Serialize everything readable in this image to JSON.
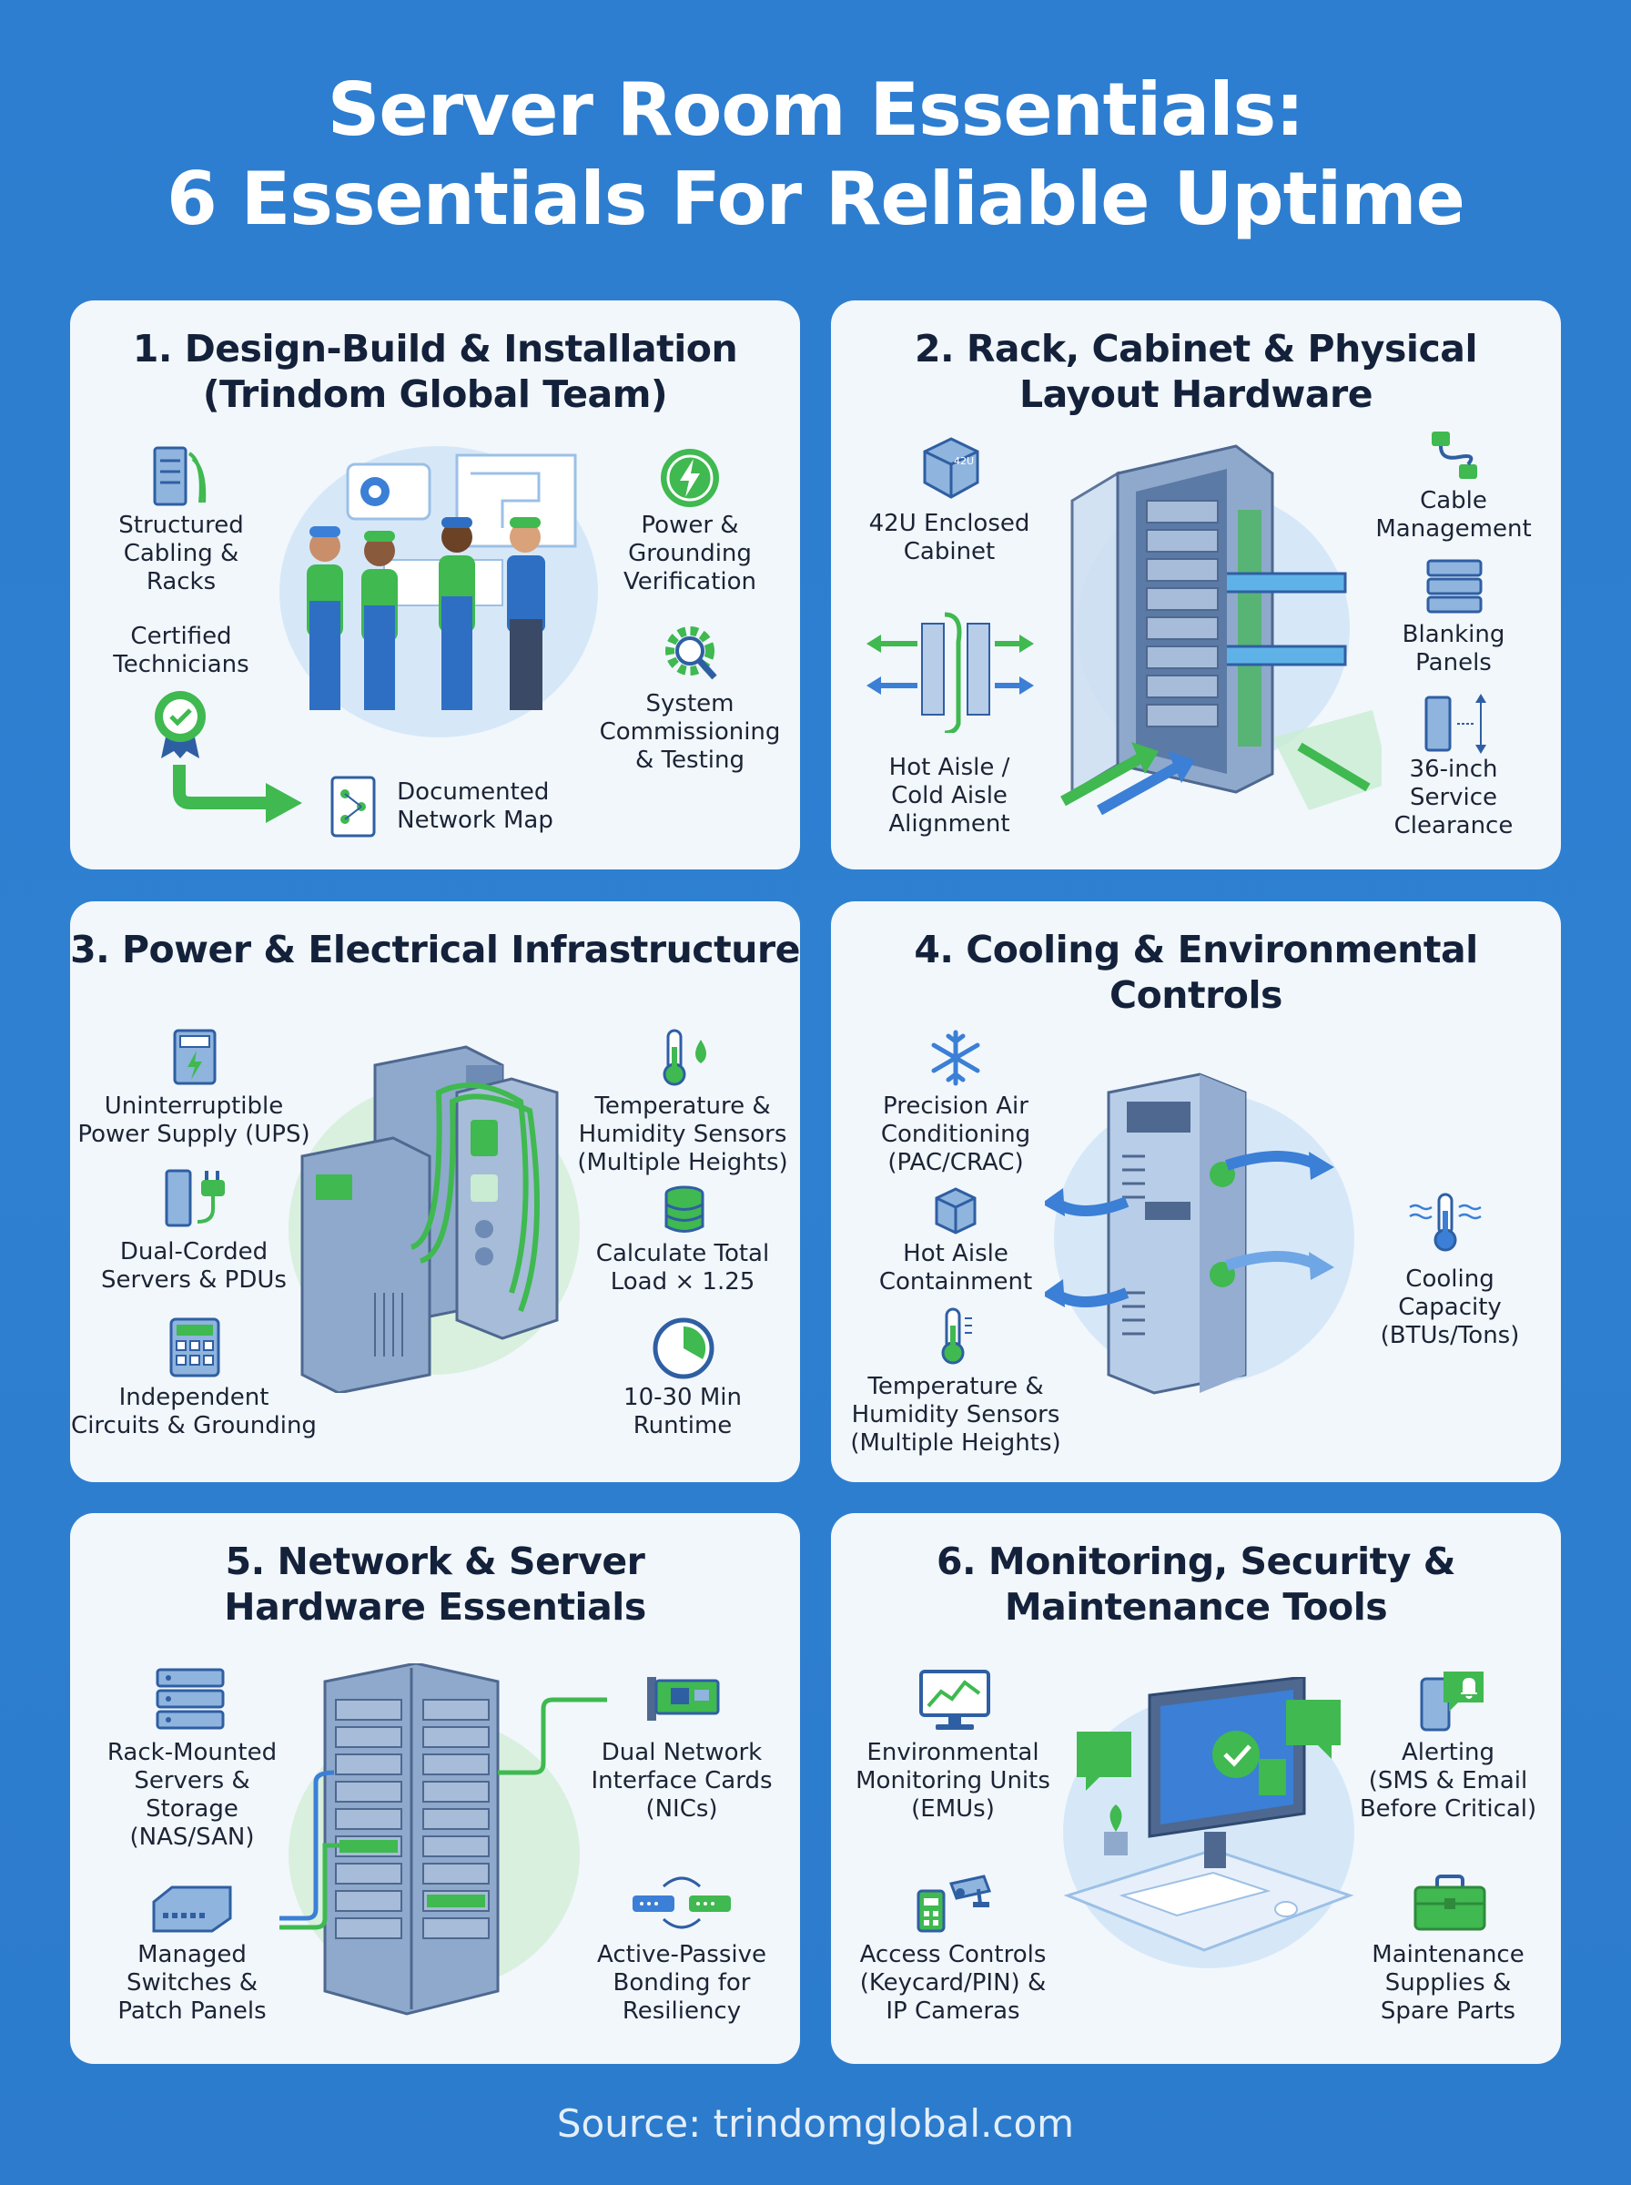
{
  "title": {
    "line1": "Server Room Essentials:",
    "line2": "6 Essentials For Reliable Uptime"
  },
  "cards": [
    {
      "title_lines": [
        "1. Design-Build & Installation",
        "(Trindom Global Team)"
      ],
      "items": [
        {
          "lines": [
            "Structured",
            "Cabling &",
            "Racks"
          ],
          "icon": "server-rack-icon"
        },
        {
          "lines": [
            "Certified",
            "Technicians"
          ],
          "icon": "certified-badge-icon"
        },
        {
          "lines": [
            "Power &",
            "Grounding",
            "Verification"
          ],
          "icon": "lightning-icon"
        },
        {
          "lines": [
            "System",
            "Commissioning",
            "& Testing"
          ],
          "icon": "gear-magnifier-icon"
        },
        {
          "lines": [
            "Documented",
            "Network Map"
          ],
          "icon": "network-document-icon"
        }
      ]
    },
    {
      "title_lines": [
        "2. Rack, Cabinet & Physical",
        "Layout Hardware"
      ],
      "items": [
        {
          "lines": [
            "42U Enclosed",
            "Cabinet"
          ],
          "icon": "cube-icon",
          "badge": "42U"
        },
        {
          "lines": [
            "Cable",
            "Management"
          ],
          "icon": "cable-icon"
        },
        {
          "lines": [
            "Blanking",
            "Panels"
          ],
          "icon": "blanking-panel-icon"
        },
        {
          "lines": [
            "Hot Aisle /",
            "Cold Aisle",
            "Alignment"
          ],
          "icon": "aisle-arrows-icon"
        },
        {
          "lines": [
            "36-inch",
            "Service",
            "Clearance"
          ],
          "icon": "clearance-icon"
        }
      ]
    },
    {
      "title_lines": [
        "3. Power & Electrical Infrastructure"
      ],
      "items": [
        {
          "lines": [
            "Uninterruptible",
            "Power Supply (UPS)"
          ],
          "icon": "ups-icon"
        },
        {
          "lines": [
            "Dual-Corded",
            "Servers & PDUs"
          ],
          "icon": "plug-icon"
        },
        {
          "lines": [
            "Independent",
            "Circuits & Grounding"
          ],
          "icon": "calculator-icon"
        },
        {
          "lines": [
            "Temperature &",
            "Humidity Sensors",
            "(Multiple Heights)"
          ],
          "icon": "thermometer-droplet-icon"
        },
        {
          "lines": [
            "Calculate Total",
            "Load × 1.25"
          ],
          "icon": "database-icon"
        },
        {
          "lines": [
            "10-30 Min",
            "Runtime"
          ],
          "icon": "timer-icon"
        }
      ]
    },
    {
      "title_lines": [
        "4. Cooling & Environmental",
        "Controls"
      ],
      "items": [
        {
          "lines": [
            "Precision Air",
            "Conditioning",
            "(PAC/CRAC)"
          ],
          "icon": "snowflake-icon"
        },
        {
          "lines": [
            "Hot Aisle",
            "Containment"
          ],
          "icon": "cube-icon"
        },
        {
          "lines": [
            "Temperature &",
            "Humidity Sensors",
            "(Multiple Heights)"
          ],
          "icon": "thermometer-icon"
        },
        {
          "lines": [
            "Cooling",
            "Capacity",
            "(BTUs/Tons)"
          ],
          "icon": "thermometer-waves-icon"
        }
      ]
    },
    {
      "title_lines": [
        "5. Network & Server",
        "Hardware Essentials"
      ],
      "items": [
        {
          "lines": [
            "Rack-Mounted",
            "Servers &",
            "Storage",
            "(NAS/SAN)"
          ],
          "icon": "server-stack-icon"
        },
        {
          "lines": [
            "Managed",
            "Switches &",
            "Patch Panels"
          ],
          "icon": "switch-icon"
        },
        {
          "lines": [
            "Dual Network",
            "Interface Cards",
            "(NICs)"
          ],
          "icon": "nic-card-icon"
        },
        {
          "lines": [
            "Active-Passive",
            "Bonding for",
            "Resiliency"
          ],
          "icon": "bonding-icon"
        }
      ]
    },
    {
      "title_lines": [
        "6. Monitoring, Security &",
        "Maintenance Tools"
      ],
      "items": [
        {
          "lines": [
            "Environmental",
            "Monitoring Units",
            "(EMUs)"
          ],
          "icon": "monitor-chart-icon"
        },
        {
          "lines": [
            "Access Controls",
            "(Keycard/PIN) &",
            "IP Cameras"
          ],
          "icon": "camera-keypad-icon"
        },
        {
          "lines": [
            "Alerting",
            "(SMS & Email",
            "Before Critical)"
          ],
          "icon": "phone-alert-icon"
        },
        {
          "lines": [
            "Maintenance",
            "Supplies &",
            "Spare Parts"
          ],
          "icon": "toolbox-icon"
        }
      ]
    }
  ],
  "footer": {
    "source": "Source: trindomglobal.com"
  },
  "colors": {
    "background": "#2f80d1",
    "card": "#f2f7fc",
    "green": "#3fb950",
    "blue": "#3b7fd6",
    "text": "#1c2435"
  }
}
